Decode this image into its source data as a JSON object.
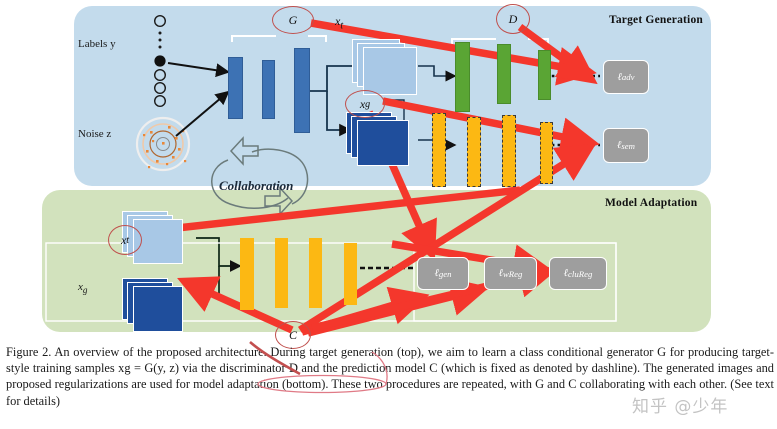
{
  "figure": {
    "panels": [
      {
        "id": "target-generation",
        "title": "Target Generation",
        "color": "#c3dbec"
      },
      {
        "id": "model-adaptation",
        "title": "Model Adaptation",
        "color": "#d2e2bd"
      }
    ],
    "labels": {
      "labels_y": "Labels y",
      "noise_z": "Noise z",
      "x_t_top": "x",
      "x_t_top_sub": "t",
      "x_g_bottom": "x",
      "x_g_bottom_sub": "g",
      "collaboration": "Collaboration"
    },
    "circled_tokens": [
      {
        "id": "G",
        "text": "G",
        "sub": "",
        "color": "#c0504d"
      },
      {
        "id": "D",
        "text": "D",
        "sub": "",
        "color": "#c0504d"
      },
      {
        "id": "x_g",
        "text": "x",
        "sub": "g",
        "color": "#c0504d"
      },
      {
        "id": "x_t",
        "text": "x",
        "sub": "t",
        "color": "#c0504d"
      },
      {
        "id": "C",
        "text": "C",
        "sub": "",
        "color": "#c0504d"
      }
    ],
    "losses": [
      {
        "id": "l_adv",
        "symbol": "ℓ",
        "sub": "adv",
        "panel": "target-generation"
      },
      {
        "id": "l_sem",
        "symbol": "ℓ",
        "sub": "sem",
        "panel": "target-generation"
      },
      {
        "id": "l_gen",
        "symbol": "ℓ",
        "sub": "gen",
        "panel": "model-adaptation"
      },
      {
        "id": "l_wReg",
        "symbol": "ℓ",
        "sub": "wReg",
        "panel": "model-adaptation"
      },
      {
        "id": "l_cluReg",
        "symbol": "ℓ",
        "sub": "cluReg",
        "panel": "model-adaptation"
      }
    ],
    "colors": {
      "panel_top": "#c3dbec",
      "panel_bottom": "#d2e2bd",
      "generator_bar": "#3d72b4",
      "discriminator_bar": "#5aa534",
      "classifier_bar": "#fcb813",
      "loss_chip": "#9e9e9e",
      "highlight_arrow": "#f4372c",
      "circle_stroke": "#c0504d",
      "image_light": "#a8c8e6",
      "image_dark": "#1f4e9c"
    }
  },
  "caption": {
    "prefix": "Figure 2.",
    "text": "An overview of the proposed architecture. During target generation (top), we aim to learn a class conditional generator G for producing target-style training samples xg = G(y, z) via the discriminator D and the prediction model C (which is fixed as denoted by dashline). The generated images and proposed regularizations are used for model adaptation (bottom). These two procedures are repeated, with G and C collaborating with each other. (See text for details)"
  },
  "watermark": {
    "text": "知乎 @少年"
  }
}
